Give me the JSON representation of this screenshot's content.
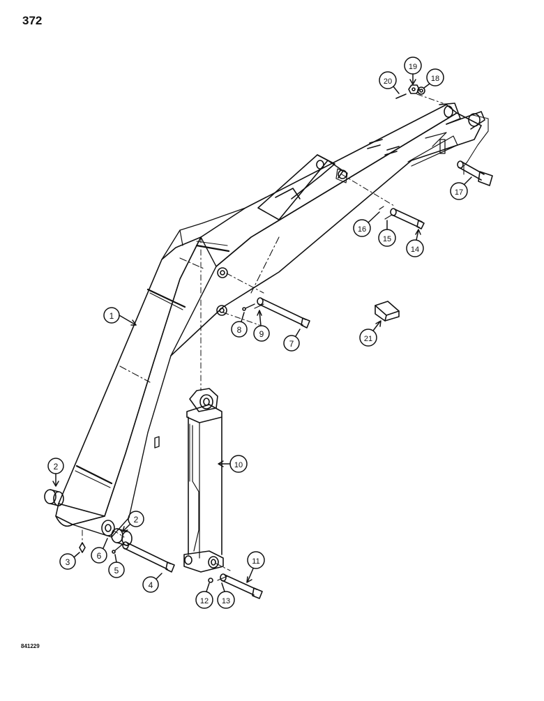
{
  "page_number": "372",
  "drawing_code": "841229",
  "callouts": [
    "1",
    "2",
    "2",
    "3",
    "4",
    "5",
    "6",
    "7",
    "8",
    "9",
    "10",
    "11",
    "12",
    "13",
    "14",
    "15",
    "16",
    "17",
    "18",
    "19",
    "20",
    "21"
  ]
}
